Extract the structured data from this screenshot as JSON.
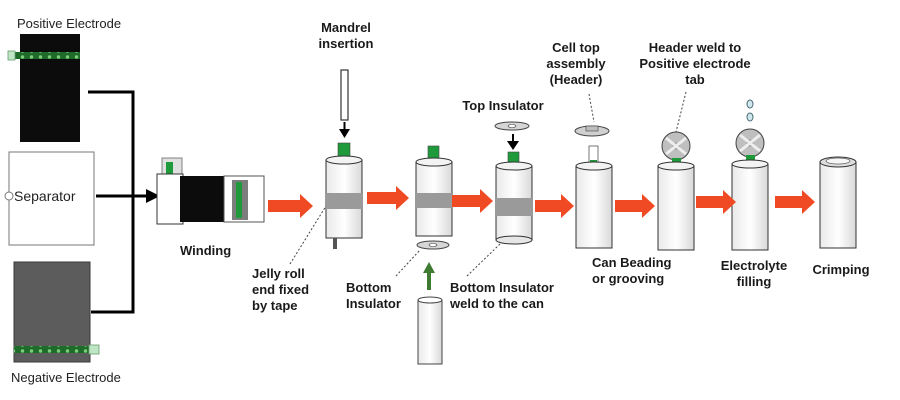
{
  "labels": {
    "positive_electrode": "Positive Electrode",
    "separator": "Separator",
    "negative_electrode": "Negative Electrode",
    "winding": "Winding",
    "mandrel_insertion": "Mandrel\ninsertion",
    "jelly_roll_tape": "Jelly roll\nend fixed\nby tape",
    "bottom_insulator": "Bottom\nInsulator",
    "top_insulator": "Top Insulator",
    "bottom_insulator_weld": "Bottom Insulator\nweld to the can",
    "cell_top_assembly": "Cell top\nassembly\n(Header)",
    "header_weld": "Header weld to\nPositive electrode\ntab",
    "can_beading": "Can Beading\nor grooving",
    "electrolyte_filling": "Electrolyte\nfilling",
    "crimping": "Crimping"
  },
  "colors": {
    "process_arrow": "#f04a24",
    "feed_arrow": "#3e7a32",
    "tab_green": "#1f9a3a",
    "tape_band": "#9a9a9a",
    "dark_electrode": "#0c0c0c",
    "negative_electrode": "#5c5c5c"
  }
}
